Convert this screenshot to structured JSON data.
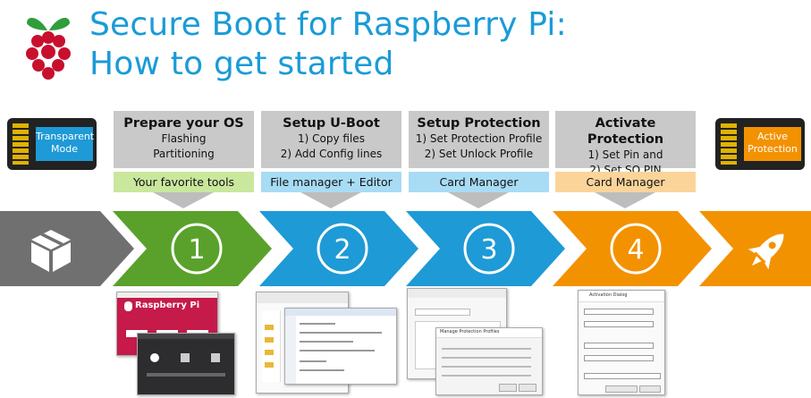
{
  "header": {
    "title_line1": "Secure Boot for Raspberry Pi:",
    "title_line2": "How to get started"
  },
  "cards": {
    "left": "Transparent Mode",
    "right": "Active Protection"
  },
  "steps": [
    {
      "title": "Prepare your OS",
      "lines": [
        "Flashing",
        "Partitioning"
      ],
      "tool": "Your favorite tools",
      "tool_color": "#c9e79d",
      "number": "1",
      "arrow_color": "#5aa12c"
    },
    {
      "title": "Setup U-Boot",
      "lines": [
        "1) Copy files",
        "2) Add Config lines"
      ],
      "tool": "File manager + Editor",
      "tool_color": "#a8dcf5",
      "number": "2",
      "arrow_color": "#1e9ad6"
    },
    {
      "title": "Setup Protection",
      "lines": [
        "1) Set Protection Profile",
        "2) Set Unlock Profile"
      ],
      "tool": "Card Manager",
      "tool_color": "#a8dcf5",
      "number": "3",
      "arrow_color": "#1e9ad6"
    },
    {
      "title": "Activate Protection",
      "lines": [
        "1) Set Pin and",
        "2) Set SO PIN"
      ],
      "tool": "Card Manager",
      "tool_color": "#fbd49a",
      "number": "4",
      "arrow_color": "#f39200"
    }
  ],
  "colors": {
    "start_arrow": "#707070",
    "end_arrow": "#f39200",
    "title": "#1a9bd7"
  },
  "icons": {
    "start": "box-icon",
    "end": "rocket-icon",
    "logo": "raspberry-logo"
  },
  "screenshots": {
    "rpi_imager_brand": "Raspberry Pi",
    "manage_profiles_title": "Manage Protection Profiles",
    "activation_title": "Activation Dialog"
  }
}
